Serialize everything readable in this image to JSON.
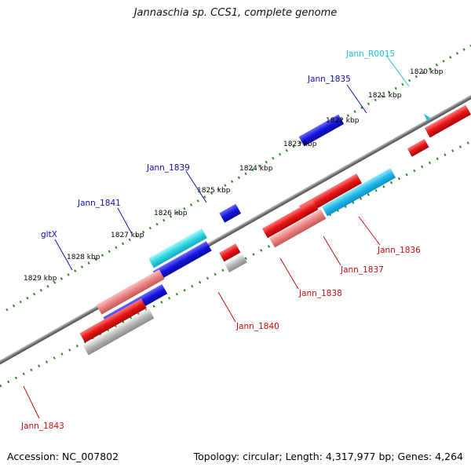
{
  "title": "Jannaschia sp. CCS1, complete genome",
  "footer": {
    "accession": "Accession: NC_007802",
    "topology": "Topology: circular; Length: 4,317,977 bp; Genes: 4,264"
  },
  "colors": {
    "backbone": "#8c8c8c",
    "tick": "#2a8a1f",
    "forward_cds": "#1414dc",
    "reverse_cds": "#e61414",
    "rna": "#2ed6e0",
    "reverse_pseudo": "#ea8080",
    "reverse_other": "#b4b4b4",
    "forward_label": "#1010b4",
    "reverse_label": "#c80c0c",
    "rna_label": "#20c0e0"
  },
  "scale": {
    "kbp_labels": [
      "1820 kbp",
      "1821 kbp",
      "1822 kbp",
      "1823 kbp",
      "1824 kbp",
      "1825 kbp",
      "1826 kbp",
      "1827 kbp",
      "1828 kbp",
      "1829 kbp"
    ]
  },
  "gene_labels": {
    "forward": [
      "Jann_R0015",
      "Jann_1835",
      "Jann_1839",
      "Jann_1841",
      "gltX"
    ],
    "reverse": [
      "Jann_1836",
      "Jann_1837",
      "Jann_1838",
      "Jann_1840",
      "Jann_1843"
    ]
  }
}
